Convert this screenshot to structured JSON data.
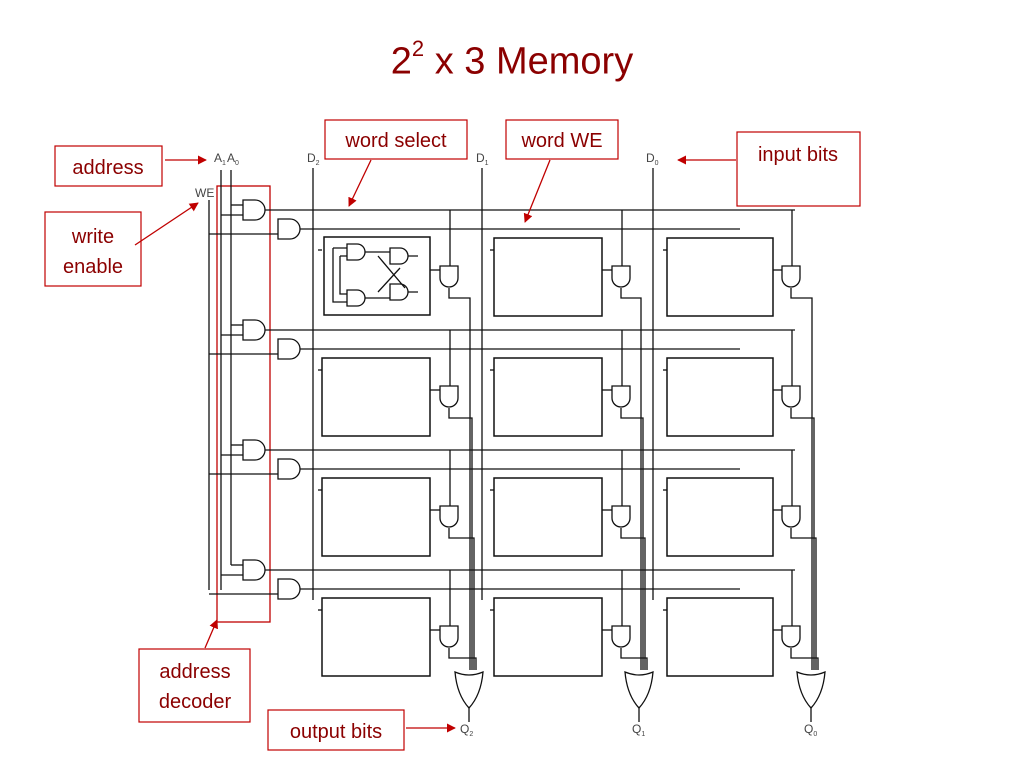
{
  "title": {
    "base": "2",
    "exponent": "2",
    "rest": " x 3 Memory"
  },
  "callouts": {
    "address": "address",
    "write_enable_1": "write",
    "write_enable_2": "enable",
    "word_select": "word select",
    "word_we": "word WE",
    "input_bits": "input bits",
    "address_decoder_1": "address",
    "address_decoder_2": "decoder",
    "output_bits": "output bits"
  },
  "signals": {
    "a1": "A",
    "a1_sub": "1",
    "a0": "A",
    "a0_sub": "0",
    "we": "WE",
    "d2": "D",
    "d2_sub": "2",
    "d1": "D",
    "d1_sub": "1",
    "d0": "D",
    "d0_sub": "0",
    "q2": "Q",
    "q2_sub": "2",
    "q1": "Q",
    "q1_sub": "1",
    "q0": "Q",
    "q0_sub": "0"
  },
  "colors": {
    "accent": "#8b0000",
    "callout_stroke": "#c00000",
    "wire": "#111111"
  }
}
